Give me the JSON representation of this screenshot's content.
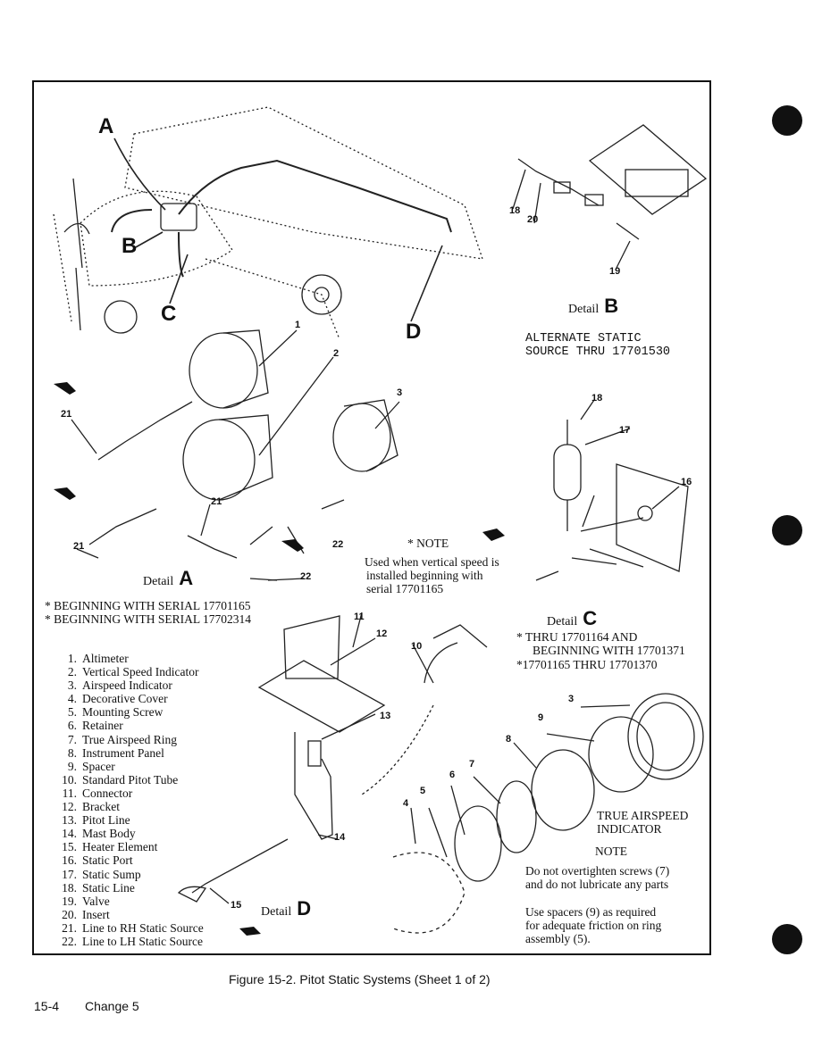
{
  "figure_caption": "Figure 15-2. Pitot Static Systems (Sheet 1 of 2)",
  "footer": {
    "page": "15-4",
    "change": "Change 5"
  },
  "callouts": {
    "a": "A",
    "b": "B",
    "c": "C",
    "d": "D"
  },
  "details": {
    "a": {
      "label": "Detail",
      "letter": "A"
    },
    "b": {
      "label": "Detail",
      "letter": "B"
    },
    "c": {
      "label": "Detail",
      "letter": "C"
    },
    "d": {
      "label": "Detail",
      "letter": "D"
    }
  },
  "alternate_static": [
    "ALTERNATE STATIC",
    "SOURCE THRU 17701530"
  ],
  "note_vsi": {
    "title": "* NOTE",
    "lines": [
      "Used when vertical speed is",
      "installed beginning with",
      "serial 17701165"
    ]
  },
  "serial_notes": [
    "* BEGINNING WITH SERIAL 17701165",
    "* BEGINNING WITH SERIAL 17702314"
  ],
  "detail_c_notes": [
    "* THRU 17701164 AND",
    "BEGINNING WITH 17701371",
    "*17701165 THRU 17701370"
  ],
  "tas_label": [
    "TRUE AIRSPEED",
    "INDICATOR"
  ],
  "note2": {
    "title": "NOTE",
    "lines": [
      "Do not overtighten screws (7)",
      "and do not lubricate any parts",
      "",
      "Use spacers (9) as required",
      "for adequate friction on ring",
      "assembly (5)."
    ]
  },
  "parts": [
    {
      "n": "1.",
      "t": "Altimeter"
    },
    {
      "n": "2.",
      "t": "Vertical Speed Indicator"
    },
    {
      "n": "3.",
      "t": "Airspeed Indicator"
    },
    {
      "n": "4.",
      "t": "Decorative Cover"
    },
    {
      "n": "5.",
      "t": "Mounting Screw"
    },
    {
      "n": "6.",
      "t": "Retainer"
    },
    {
      "n": "7.",
      "t": "True Airspeed Ring"
    },
    {
      "n": "8.",
      "t": "Instrument Panel"
    },
    {
      "n": "9.",
      "t": "Spacer"
    },
    {
      "n": "10.",
      "t": "Standard Pitot Tube"
    },
    {
      "n": "11.",
      "t": "Connector"
    },
    {
      "n": "12.",
      "t": "Bracket"
    },
    {
      "n": "13.",
      "t": "Pitot Line"
    },
    {
      "n": "14.",
      "t": "Mast Body"
    },
    {
      "n": "15.",
      "t": "Heater Element"
    },
    {
      "n": "16.",
      "t": "Static Port"
    },
    {
      "n": "17.",
      "t": "Static Sump"
    },
    {
      "n": "18.",
      "t": "Static Line"
    },
    {
      "n": "19.",
      "t": "Valve"
    },
    {
      "n": "20.",
      "t": "Insert"
    },
    {
      "n": "21.",
      "t": "Line to RH Static Source"
    },
    {
      "n": "22.",
      "t": "Line to LH Static Source"
    }
  ],
  "index_numbers": {
    "n1": "1",
    "n2": "2",
    "n3": "3",
    "n4": "4",
    "n5": "5",
    "n6": "6",
    "n7": "7",
    "n8": "8",
    "n9": "9",
    "n10": "10",
    "n11": "11",
    "n12": "12",
    "n13": "13",
    "n14": "14",
    "n15": "15",
    "n16": "16",
    "n17": "17",
    "n18": "18",
    "n18b": "18",
    "n19": "19",
    "n20": "20",
    "n21a": "21",
    "n21b": "21",
    "n21c": "21",
    "n22a": "22",
    "n22b": "22"
  }
}
